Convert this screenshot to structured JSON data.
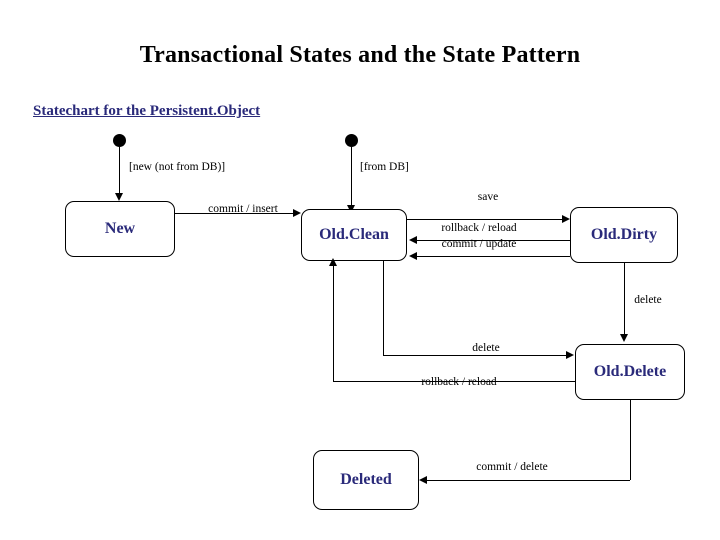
{
  "page": {
    "title": "Transactional States and the State Pattern",
    "subtitle": "Statechart for the Persistent.Object",
    "accent_color": "#2a2a7a",
    "line_color": "#000000",
    "background": "#ffffff"
  },
  "states": [
    {
      "id": "new",
      "label": "New"
    },
    {
      "id": "old_clean",
      "label": "Old.Clean"
    },
    {
      "id": "old_dirty",
      "label": "Old.Dirty"
    },
    {
      "id": "old_delete",
      "label": "Old.Delete"
    },
    {
      "id": "deleted",
      "label": "Deleted"
    }
  ],
  "initial_nodes": [
    {
      "id": "start-new",
      "label": "[new (not from DB)]"
    },
    {
      "id": "start-old",
      "label": "[from DB]"
    }
  ],
  "transitions": [
    {
      "id": "commit-insert",
      "label": "commit / insert",
      "from": "new",
      "to": "old_clean"
    },
    {
      "id": "save",
      "label": "save",
      "from": "old_clean",
      "to": "old_dirty"
    },
    {
      "id": "rollback-reload-top",
      "label": "rollback / reload",
      "from": "old_dirty",
      "to": "old_clean"
    },
    {
      "id": "commit-update",
      "label": "commit / update",
      "from": "old_dirty",
      "to": "old_clean"
    },
    {
      "id": "delete-dirty",
      "label": "delete",
      "from": "old_dirty",
      "to": "old_delete"
    },
    {
      "id": "delete-clean",
      "label": "delete",
      "from": "old_clean",
      "to": "old_delete"
    },
    {
      "id": "rollback-reload-bottom",
      "label": "rollback / reload",
      "from": "old_delete",
      "to": "old_clean"
    },
    {
      "id": "commit-delete",
      "label": "commit / delete",
      "from": "old_delete",
      "to": "deleted"
    }
  ]
}
